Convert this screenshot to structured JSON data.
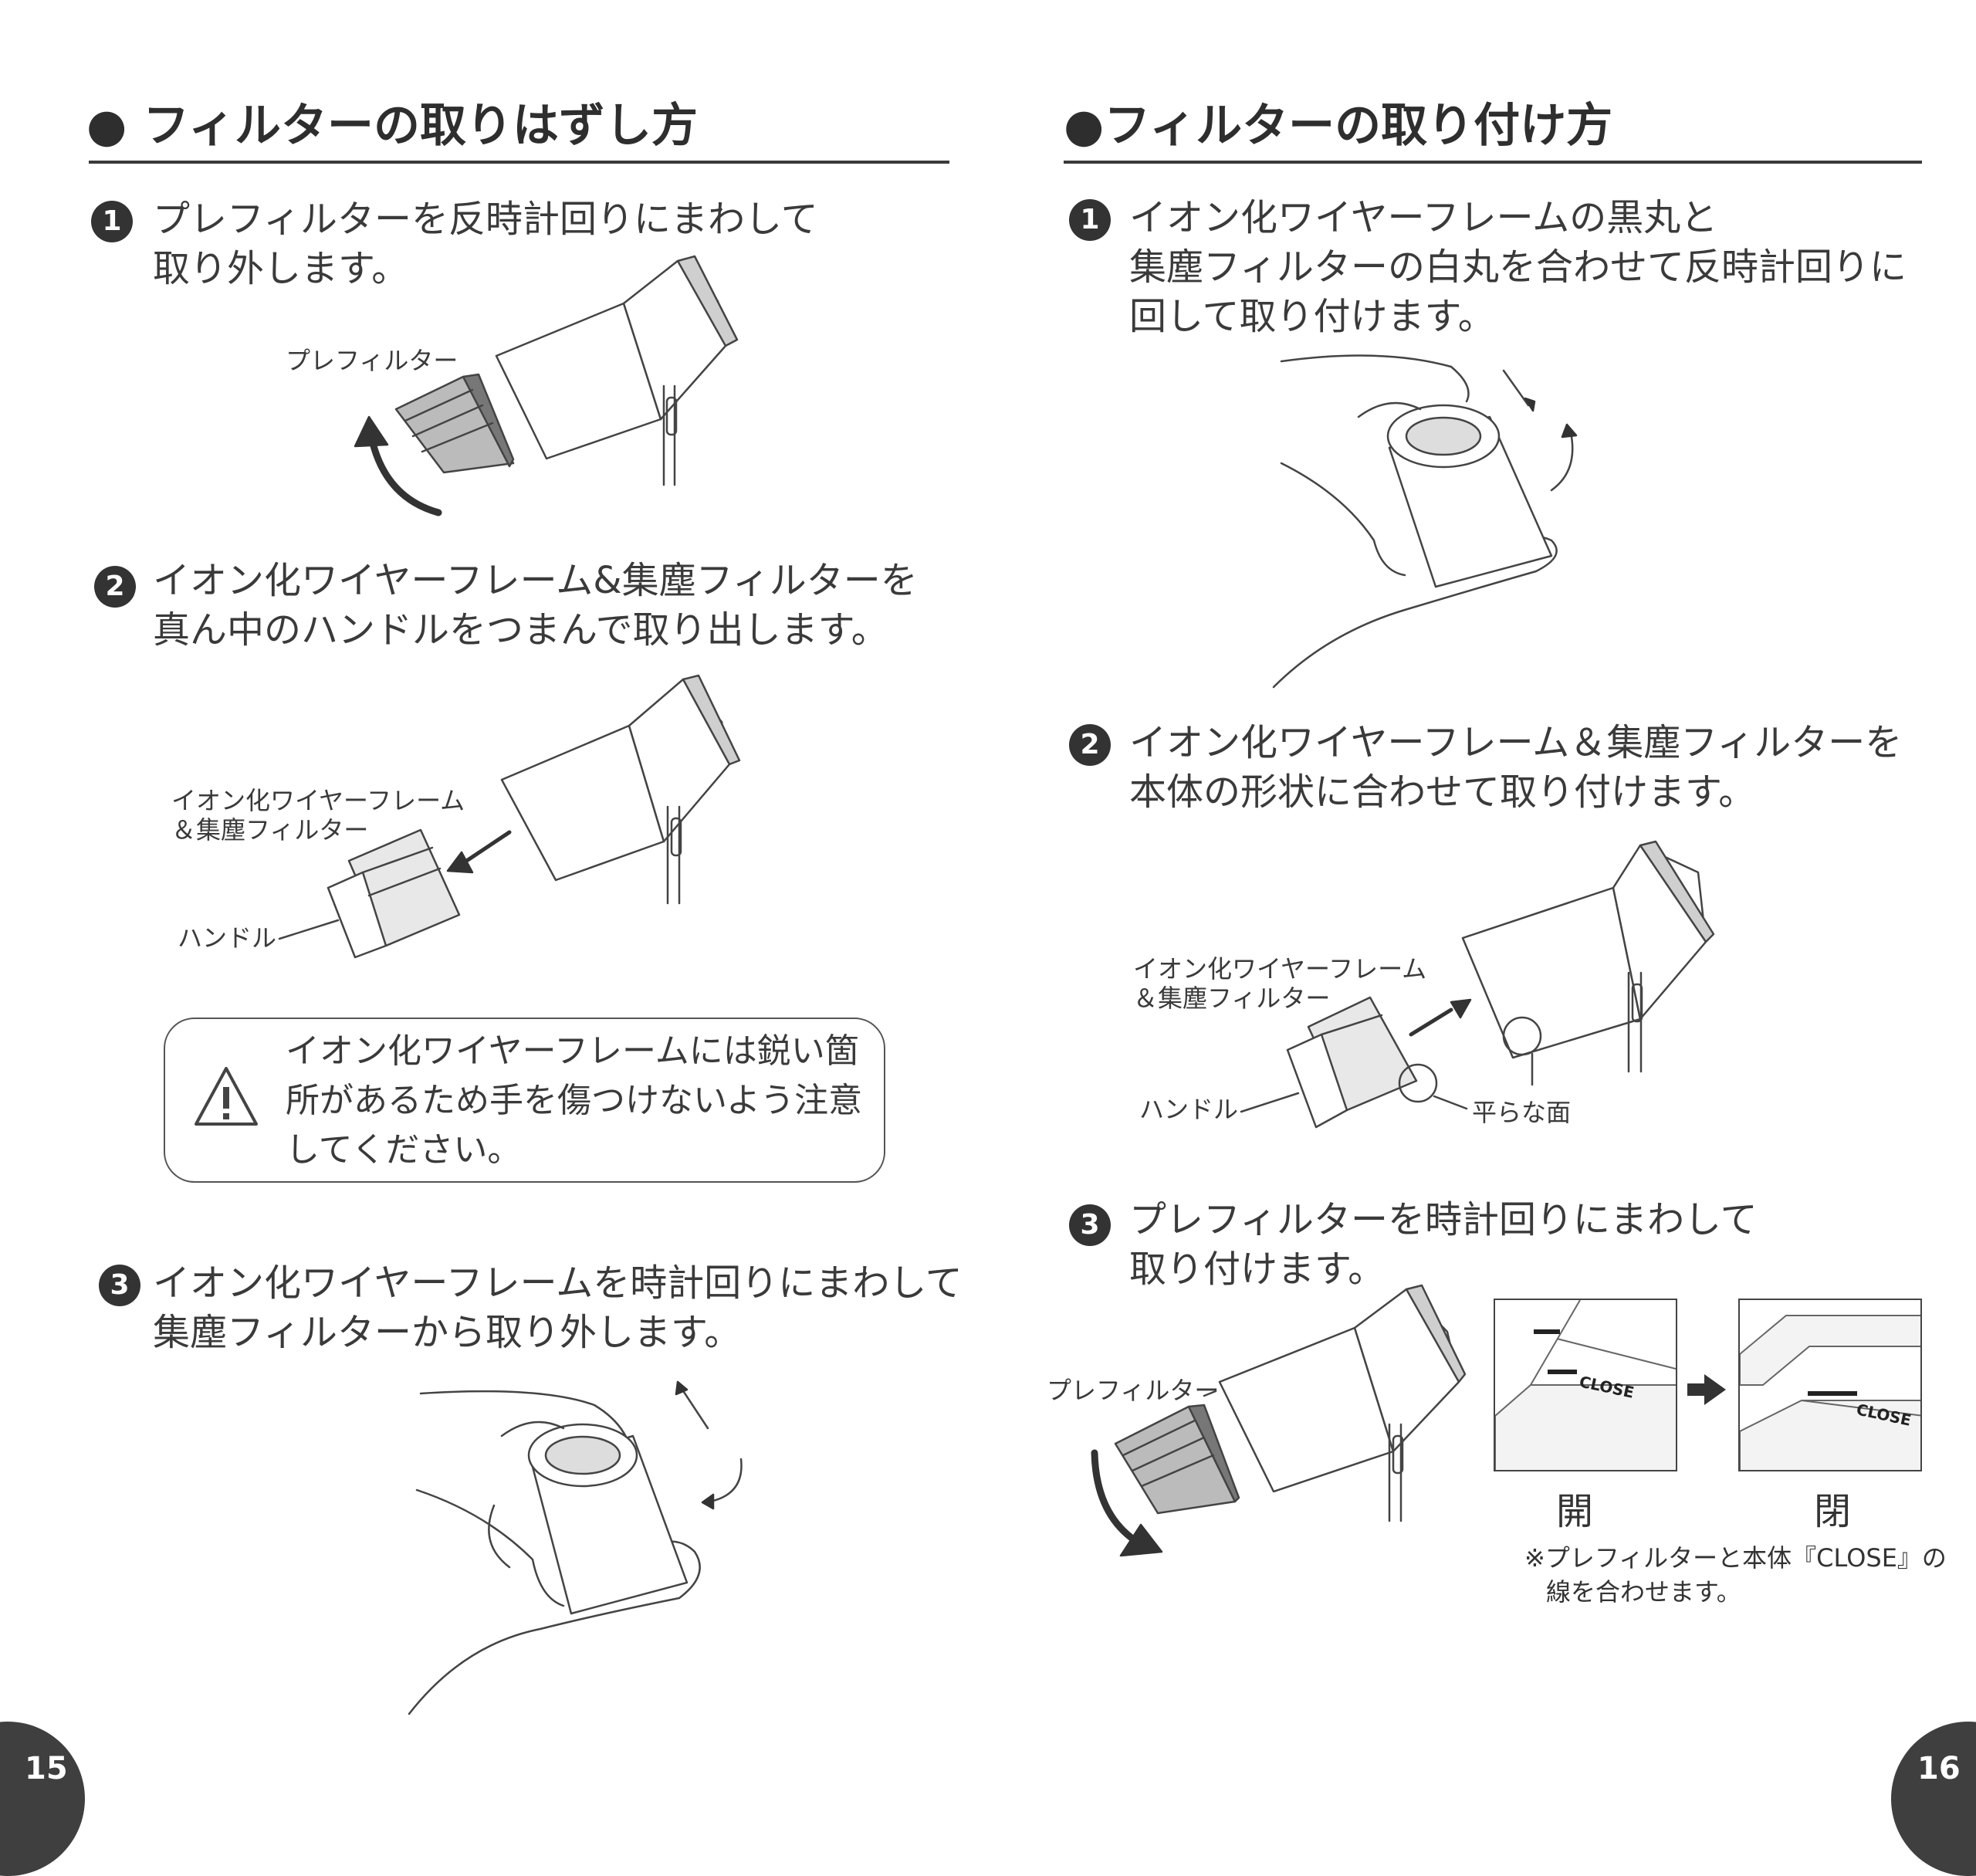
{
  "left_page": {
    "title": "● フィルターの取りはずし方",
    "steps": [
      {
        "num": "1",
        "lines": [
          "プレフィルターを反時計回りにまわして",
          "取り外します。"
        ]
      },
      {
        "num": "2",
        "lines": [
          "イオン化ワイヤーフレーム&集塵フィルターを",
          "真ん中のハンドルをつまんで取り出します。"
        ]
      },
      {
        "num": "3",
        "lines": [
          "イオン化ワイヤーフレームを時計回りにまわして",
          "集塵フィルターから取り外します。"
        ]
      }
    ],
    "labels": {
      "prefilter": "プレフィルター",
      "frame_line1": "イオン化ワイヤーフレーム",
      "frame_line2": "＆集塵フィルター",
      "handle": "ハンドル"
    },
    "caution": {
      "icon": "warning-triangle-icon",
      "lines": [
        "イオン化ワイヤーフレームには鋭い箇",
        "所があるため手を傷つけないよう注意",
        "してください。"
      ]
    },
    "page_number": "15"
  },
  "right_page": {
    "title": "●フィルターの取り付け方",
    "steps": [
      {
        "num": "1",
        "lines": [
          "イオン化ワイヤーフレームの黒丸と",
          "集塵フィルターの白丸を合わせて反時計回りに",
          "回して取り付けます。"
        ]
      },
      {
        "num": "2",
        "lines": [
          "イオン化ワイヤーフレーム＆集塵フィルターを",
          "本体の形状に合わせて取り付けます。"
        ]
      },
      {
        "num": "3",
        "lines": [
          "プレフィルターを時計回りにまわして",
          "取り付けます。"
        ]
      }
    ],
    "labels": {
      "frame_line1": "イオン化ワイヤーフレーム",
      "frame_line2": "＆集塵フィルター",
      "handle": "ハンドル",
      "flat_surface": "平らな面",
      "prefilter": "プレフィルター",
      "close_mark": "CLOSE",
      "open": "開",
      "closed": "閉"
    },
    "note": [
      "※プレフィルターと本体『CLOSE』の",
      "線を合わせます。"
    ],
    "page_number": "16"
  },
  "colors": {
    "text": "#3a3a3a",
    "accent": "#333333",
    "page_badge": "#3f3f3f"
  }
}
